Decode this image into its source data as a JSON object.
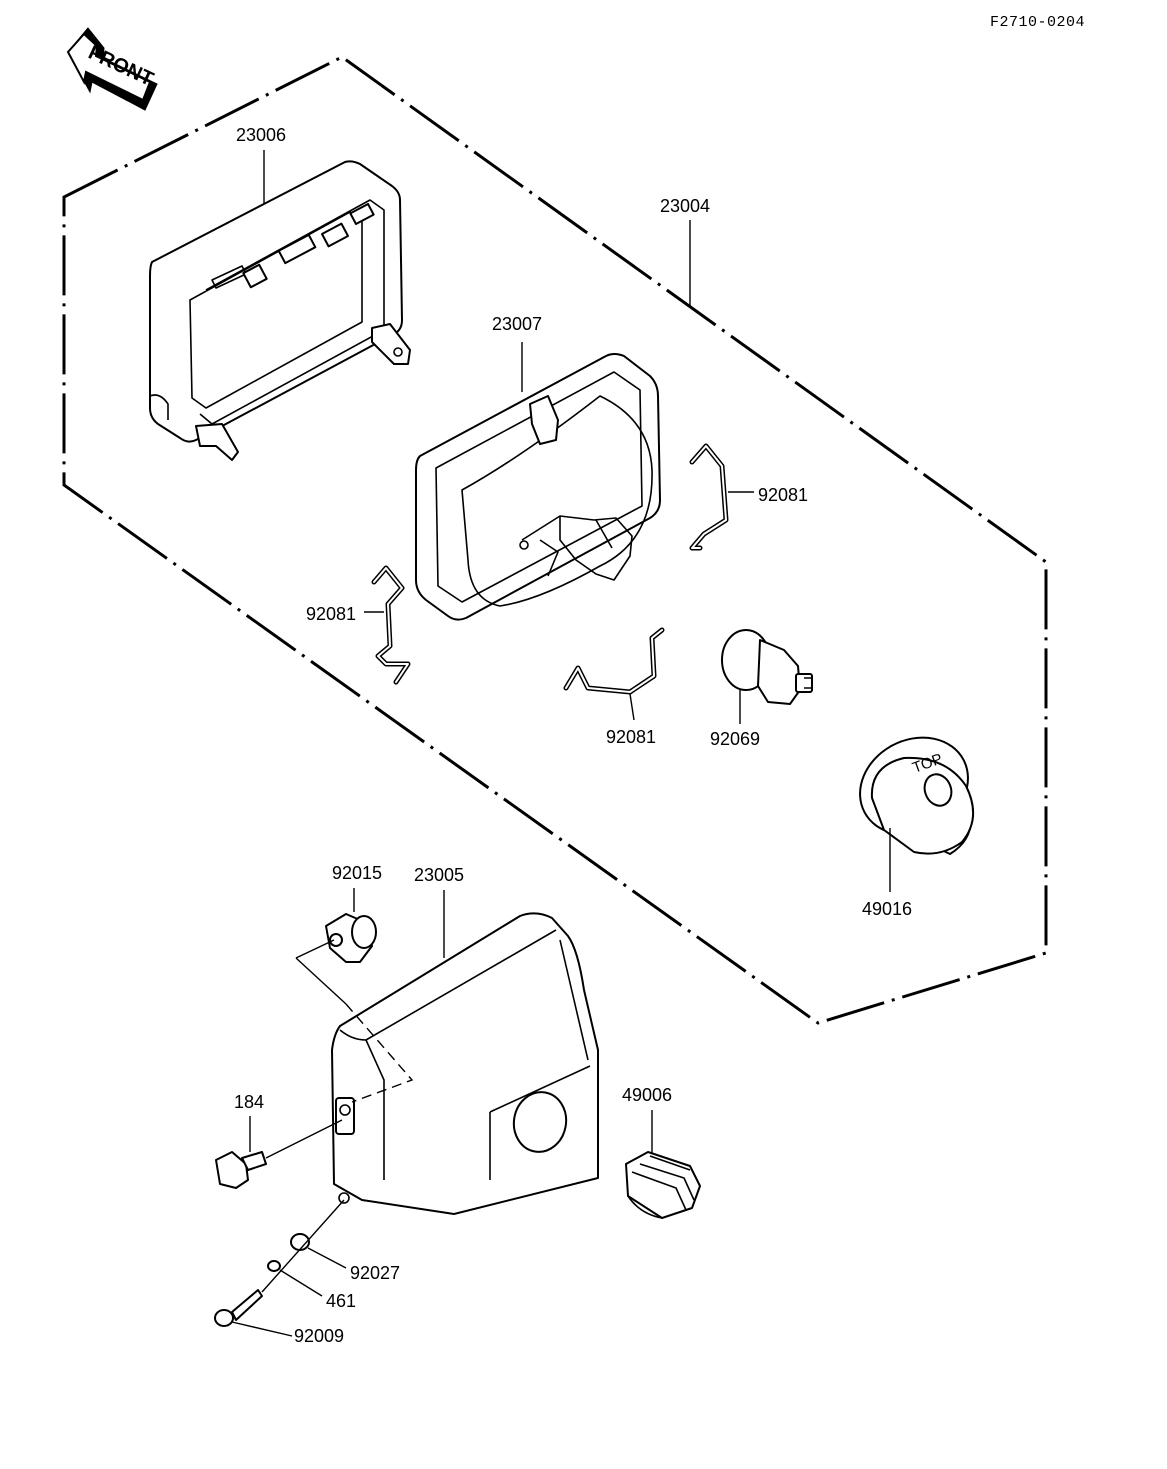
{
  "diagram": {
    "code": "F2710-0204",
    "front_arrow": {
      "text": "FRONT"
    },
    "parts": [
      {
        "id": "p23006",
        "number": "23006"
      },
      {
        "id": "p23004",
        "number": "23004"
      },
      {
        "id": "p23007",
        "number": "23007"
      },
      {
        "id": "p92081a",
        "number": "92081"
      },
      {
        "id": "p92081b",
        "number": "92081"
      },
      {
        "id": "p92081c",
        "number": "92081"
      },
      {
        "id": "p92069",
        "number": "92069"
      },
      {
        "id": "p49016",
        "number": "49016"
      },
      {
        "id": "p92015",
        "number": "92015"
      },
      {
        "id": "p23005",
        "number": "23005"
      },
      {
        "id": "p184",
        "number": "184"
      },
      {
        "id": "p49006",
        "number": "49006"
      },
      {
        "id": "p92027",
        "number": "92027"
      },
      {
        "id": "p461",
        "number": "461"
      },
      {
        "id": "p92009",
        "number": "92009"
      }
    ],
    "cover_marking": "TOP"
  }
}
